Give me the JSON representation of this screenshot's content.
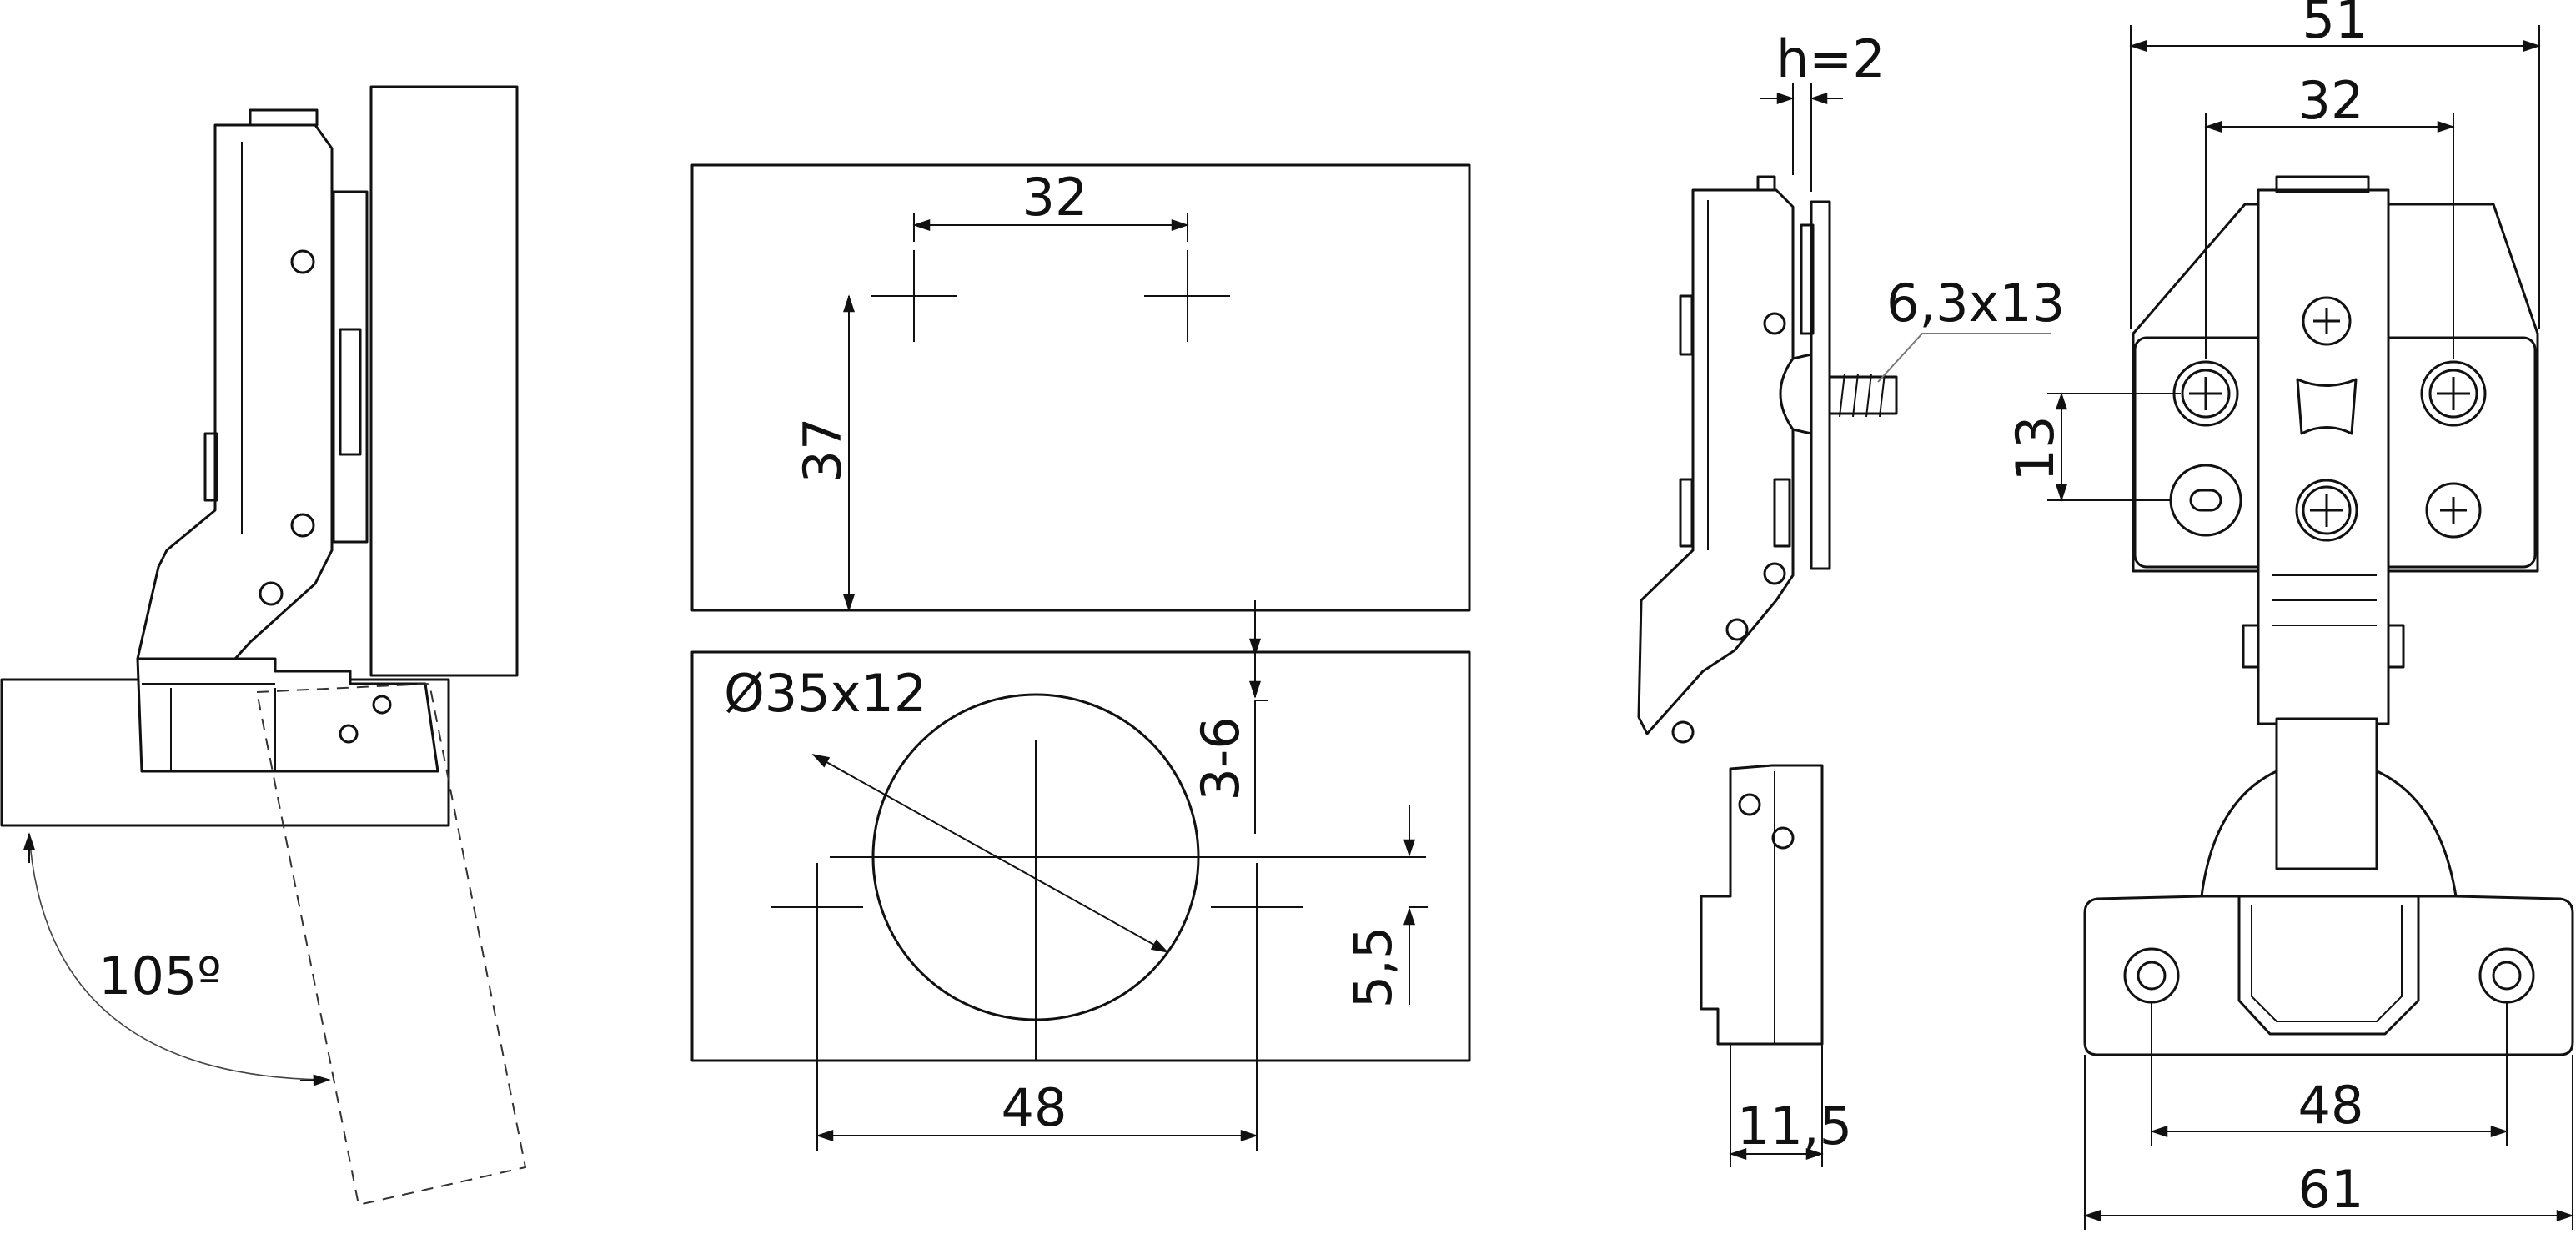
{
  "labels": {
    "angle": "105º",
    "dim_32_plate": "32",
    "dim_37": "37",
    "dim_diameter": "Ø35x12",
    "dim_3_6": "3-6",
    "dim_5_5": "5,5",
    "dim_48_plate": "48",
    "dim_h2": "h=2",
    "screw": "6,3x13",
    "dim_11_5": "11,5",
    "dim_51": "51",
    "dim_32_hinge": "32",
    "dim_13": "13",
    "dim_48_hinge": "48",
    "dim_61": "61"
  },
  "colors": {
    "line": "#111111",
    "background": "#ffffff"
  }
}
